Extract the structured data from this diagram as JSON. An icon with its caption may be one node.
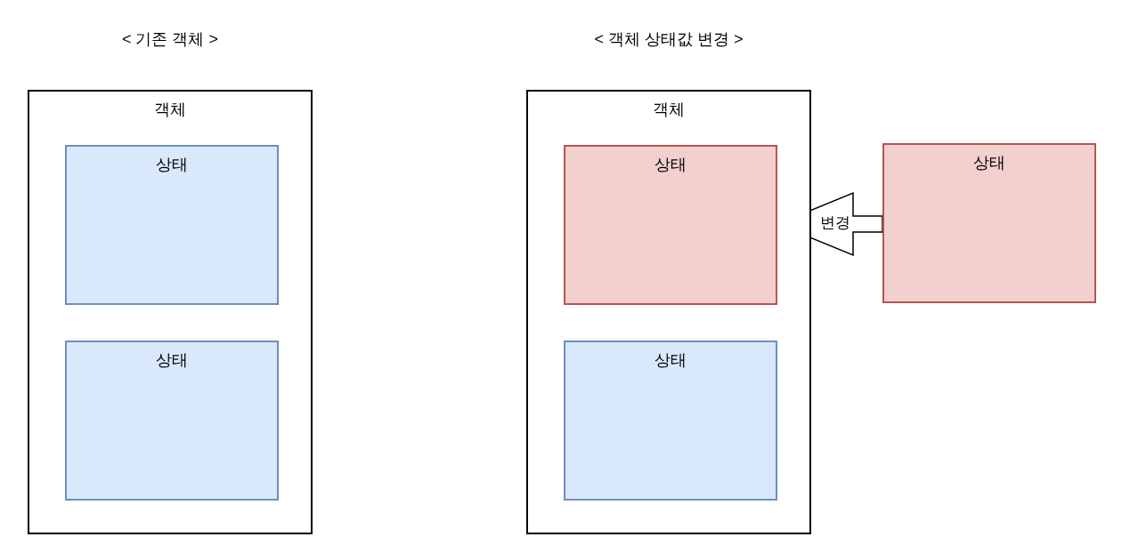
{
  "diagram": {
    "nodes": [
      {
        "text": [
          "객체"
        ]
      },
      {
        "text": [
          "상태"
        ],
        "in": 0
      },
      {
        "text": [
          "상태"
        ],
        "in": 0
      },
      {
        "text": [
          "객체"
        ]
      },
      {
        "text": [
          "상태"
        ],
        "in": 3
      },
      {
        "text": [
          "상태"
        ],
        "in": 3
      },
      {
        "text": [
          "상태"
        ]
      }
    ],
    "edges": [
      {
        "from": 6,
        "to": 4,
        "arrow": "to",
        "label": "변경"
      }
    ],
    "labels": [
      "< 기존 객체 >",
      "< 객체 상태값 변경 >"
    ]
  }
}
